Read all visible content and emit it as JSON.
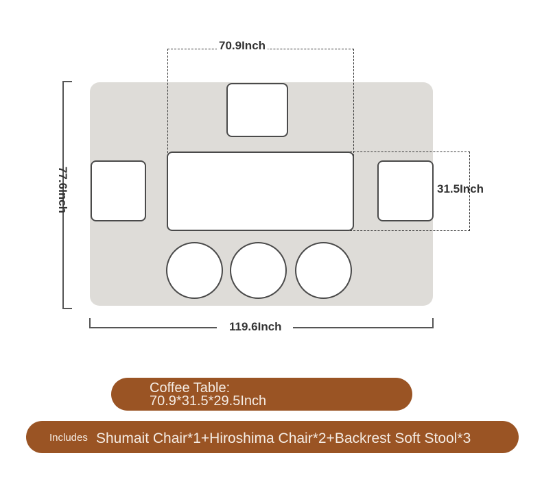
{
  "dimensions": {
    "top_width": "70.9Inch",
    "left_height": "77.6Inch",
    "right_depth": "31.5Inch",
    "bottom_width": "119.6Inch"
  },
  "banner_table": {
    "line1": "Coffee Table:",
    "line2": "70.9*31.5*29.5Inch"
  },
  "banner_includes": {
    "prefix": "Includes",
    "text": "Shumait Chair*1+Hiroshima Chair*2+Backrest Soft Stool*3"
  },
  "colors": {
    "rug": "#dedcd8",
    "outline": "#4a4a4a",
    "banner": "#9a5424",
    "banner_text": "#f5ece4"
  }
}
